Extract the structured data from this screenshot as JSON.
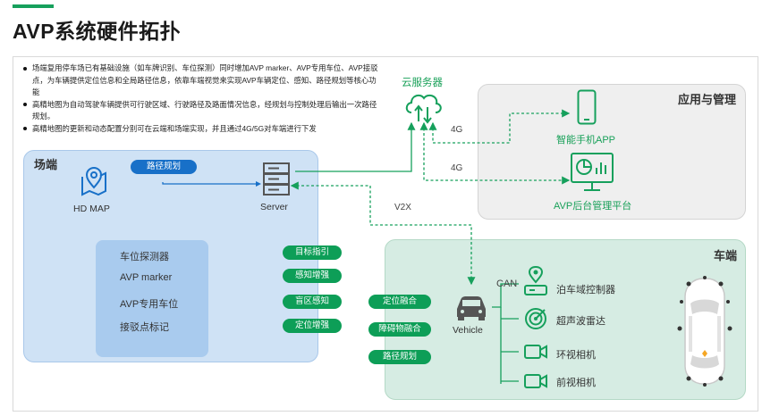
{
  "title": "AVP系统硬件拓扑",
  "bullets": [
    "场端复用停车场已有基础设施（如车牌识别、车位探测）同时增加AVP marker、AVP专用车位、AVP接驳点，为车辆提供定位信息和全局路径信息，依靠车端视觉来实现AVP车辆定位、感知、路径规划等核心功能",
    "高精地图为自动驾驶车辆提供可行驶区域、行驶路径及路面情况信息，经规划与控制处理后输出一次路径规划。",
    "高精地图的更新和动态配置分别可在云端和场端实现，并且通过4G/5G对车端进行下发"
  ],
  "regions": {
    "site": "场端",
    "management": "应用与管理",
    "vehicle": "车端"
  },
  "cloud_label": "云服务器",
  "site": {
    "route_planning": "路径规划",
    "hdmap": "HD MAP",
    "server": "Server",
    "sensors": [
      "车位探测器",
      "AVP marker",
      "AVP专用车位",
      "接驳点标记"
    ]
  },
  "management": {
    "phone_app": "智能手机APP",
    "platform": "AVP后台管理平台"
  },
  "links": {
    "net1": "4G",
    "net2": "4G",
    "v2x": "V2X",
    "can": "CAN"
  },
  "site_functions": [
    "目标指引",
    "感知增强",
    "盲区感知",
    "定位增强"
  ],
  "vehicle_functions": [
    "定位融合",
    "障碍物融合",
    "路径规划"
  ],
  "vehicle": {
    "label": "Vehicle",
    "components": [
      "泊车域控制器",
      "超声波雷达",
      "环视相机",
      "前视相机"
    ]
  },
  "colors": {
    "green": "#16a05c",
    "blue": "#1870c8",
    "site_bg": "#cfe2f5",
    "vehicle_bg": "#d6ece3",
    "mgmt_bg": "#efefef"
  }
}
